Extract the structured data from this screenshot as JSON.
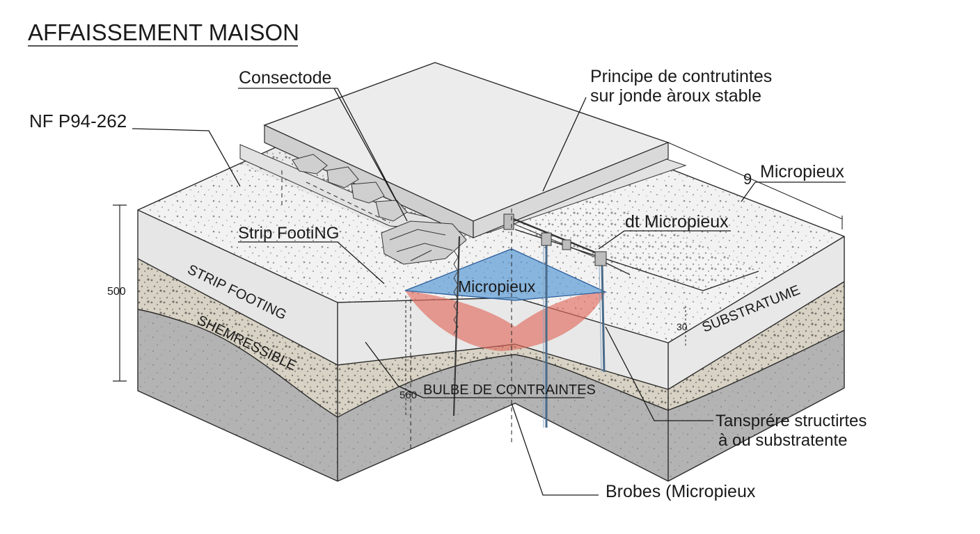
{
  "title": "AFFAISSEMENT MAISON",
  "labels": {
    "norm": "NF P94-262",
    "consectode": "Consectode",
    "principle_line1": "Principe de contrutintes",
    "principle_line2": "sur jonde àroux stable",
    "micropieux_top": "Micropieux",
    "micropieux_top_num": "9",
    "dt_micropieux": "dt Micropieux",
    "strip_footing_callout": "Strip FootiNG",
    "strip_footing_layer": "STRIP FOOTING",
    "shemressible": "SHEMRESSIBLE",
    "micropieux_bulb": "Micropieux",
    "substratume": "SUBSTRATUME",
    "bulbe": "BULBE DE CONTRAINTES",
    "transfer_line1": "Tansprére structirtes",
    "transfer_line2": "à ou substratente",
    "brobes": "Brobes (Micropieux"
  },
  "dimensions": {
    "left_height": "500",
    "bottom_depth": "560",
    "right_layer": "30"
  },
  "colors": {
    "concrete": "#eeeeee",
    "concrete_side": "#dcdcdc",
    "sand_layer": "#d8d2c4",
    "substrate": "#b3b3b3",
    "bulb_blue": "#5b9bd5",
    "bulb_red": "#e06b5e"
  }
}
